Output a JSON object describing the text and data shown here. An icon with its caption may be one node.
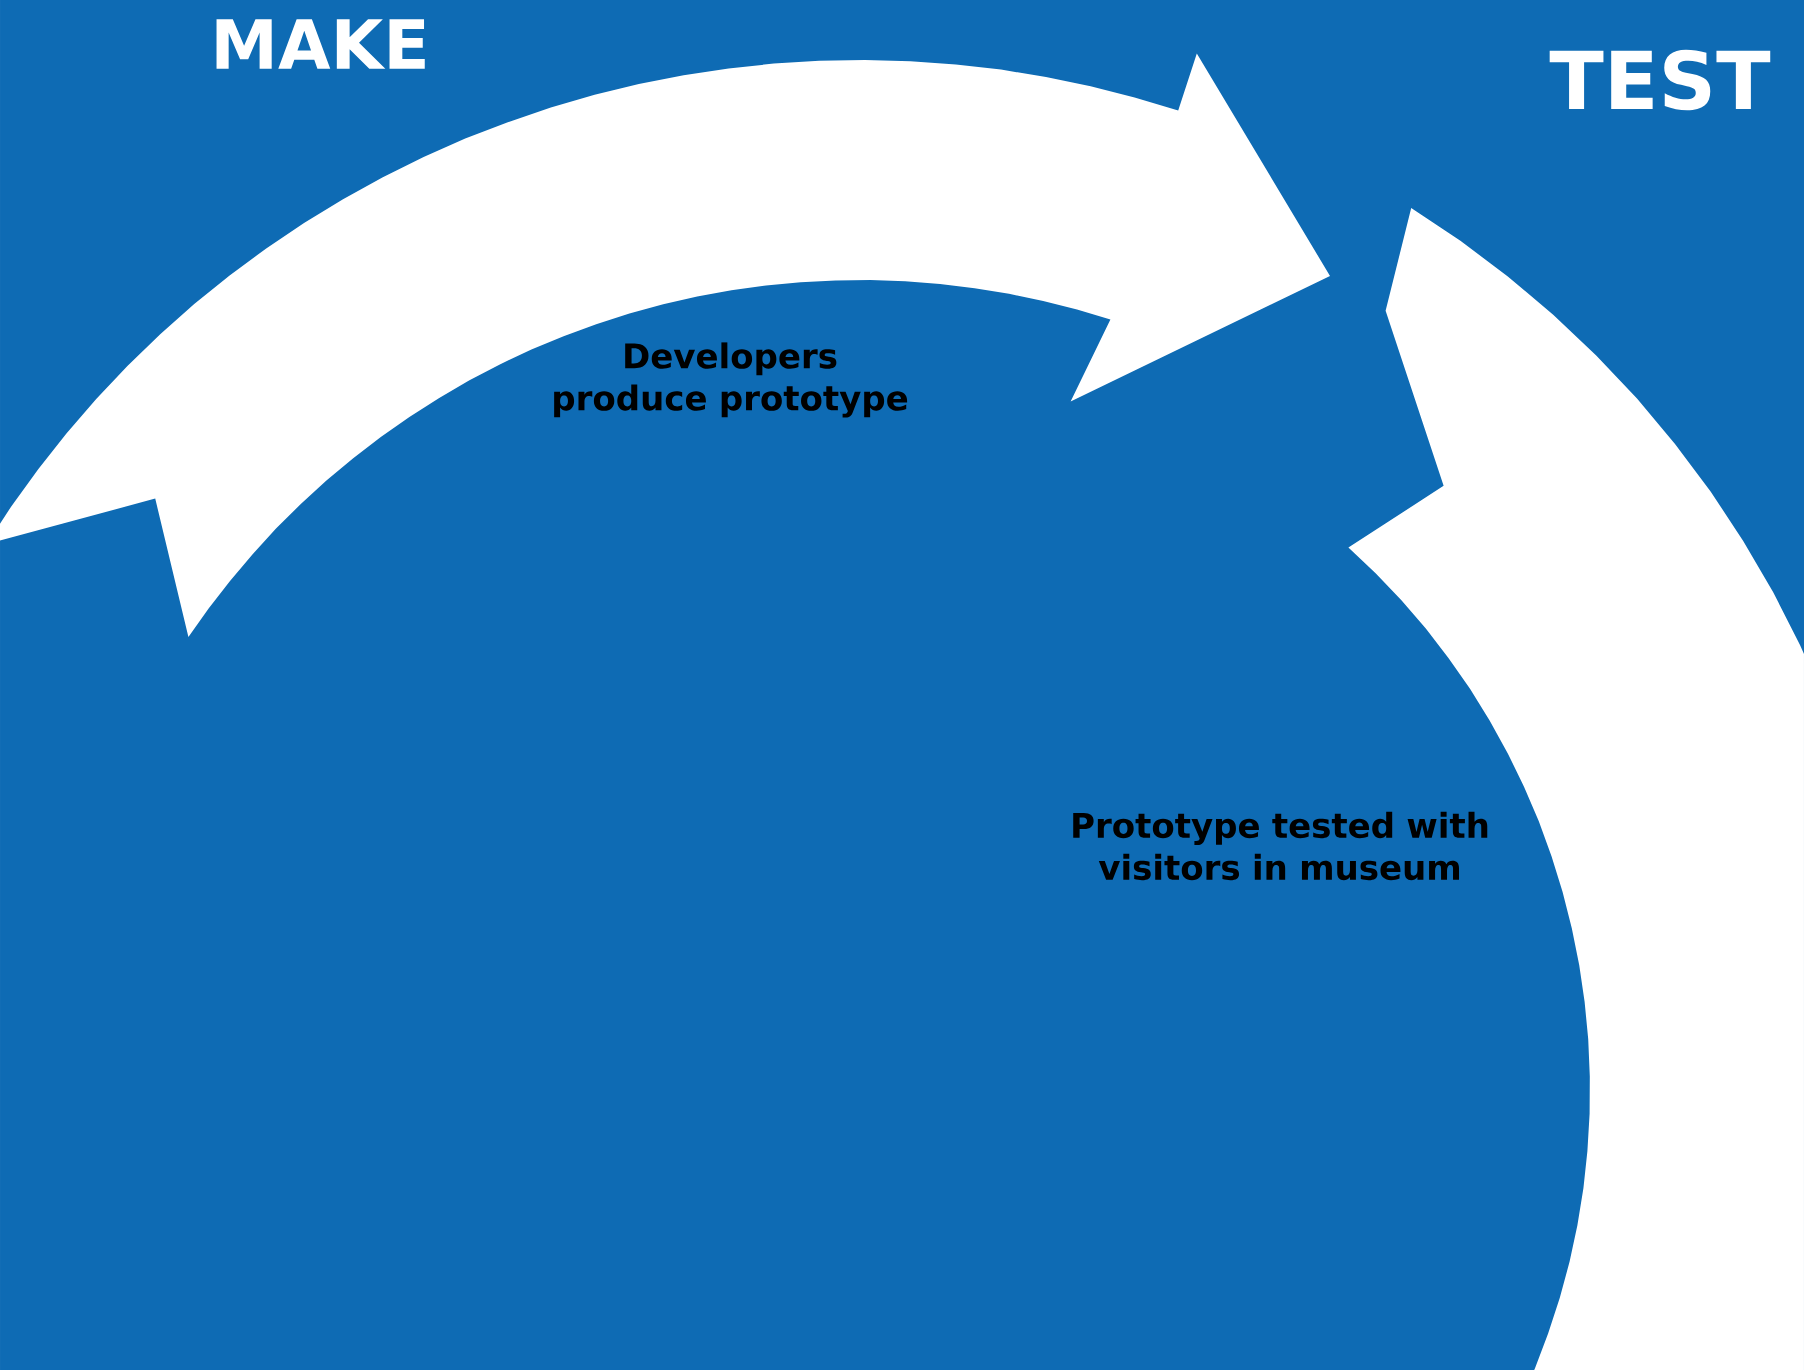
{
  "diagram": {
    "nodes": [
      {
        "text": [
          "Developers produce prototype"
        ]
      },
      {
        "text": [
          "Prototype tested with visitors in museum"
        ]
      }
    ],
    "labels": [
      "MAKE",
      "TEST"
    ]
  }
}
